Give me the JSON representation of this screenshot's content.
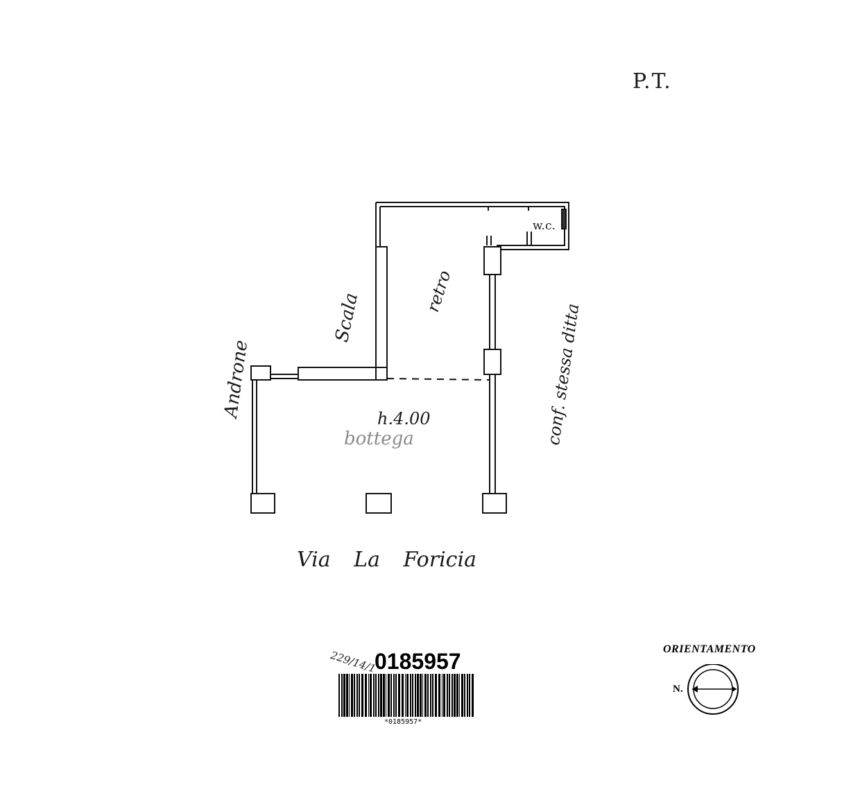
{
  "labels": {
    "floor": "P.T.",
    "street": "Via La Foricia",
    "wc": "w.c.",
    "height": "h.4.00",
    "shop": "bottega",
    "back_room": "retro",
    "stair": "Scala",
    "entrance_hall": "Androne",
    "boundary": "conf. stessa ditta"
  },
  "barcode": {
    "annotation": "229/14/1",
    "number": "0185957",
    "caption": "*0185957*"
  },
  "compass": {
    "title": "ORIENTAMENTO",
    "north": "N."
  }
}
